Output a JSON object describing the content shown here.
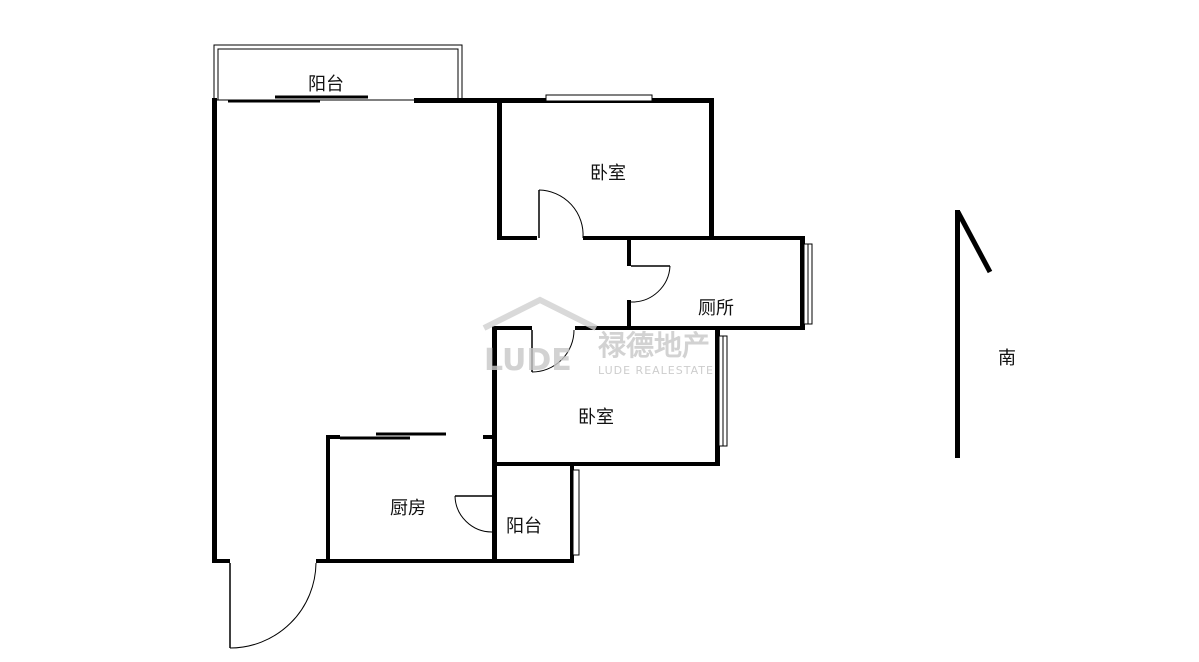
{
  "rooms": {
    "balcony_top": "阳台",
    "bedroom_top": "卧室",
    "toilet": "厕所",
    "bedroom_mid": "卧室",
    "kitchen": "厨房",
    "balcony_small": "阳台"
  },
  "compass": {
    "label": "南"
  },
  "watermark": {
    "logo_text": "LUDE",
    "brand_cn": "禄德地产",
    "brand_en": "LUDE REALESTATE"
  },
  "colors": {
    "wall": "#000000",
    "watermark": "#c8c8c8",
    "background": "#ffffff"
  }
}
